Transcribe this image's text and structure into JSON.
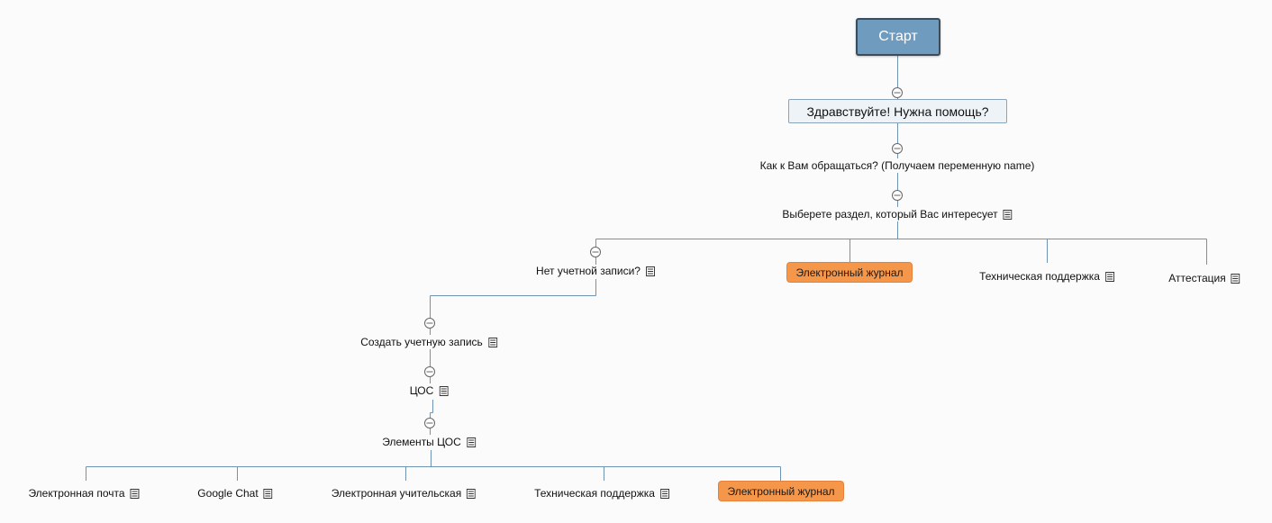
{
  "diagram": {
    "start": {
      "label": "Старт"
    },
    "greeting": {
      "label": "Здравствуйте! Нужна помощь?"
    },
    "ask_name": {
      "label": "Как к Вам обращаться? (Получаем переменную name)"
    },
    "choose_section": {
      "label": "Выберете раздел, который Вас интересует"
    },
    "branches": {
      "no_account": {
        "label": "Нет учетной записи?"
      },
      "journal": {
        "label": "Электронный журнал"
      },
      "tech_support": {
        "label": "Техническая поддержка"
      },
      "attestation": {
        "label": "Аттестация"
      }
    },
    "create_account": {
      "label": "Создать учетную запись"
    },
    "tsos": {
      "label": "ЦОС"
    },
    "tsos_elements": {
      "label": "Элементы ЦОС"
    },
    "leaves": [
      {
        "label": "Электронная почта"
      },
      {
        "label": "Google Chat"
      },
      {
        "label": "Электронная учительская"
      },
      {
        "label": "Техническая поддержка"
      },
      {
        "label": "Электронный журнал"
      }
    ]
  },
  "colors": {
    "connector": "#6f93b3",
    "start_fill": "#6f9bbf",
    "highlight_fill": "#f4974a",
    "greeting_fill": "#eef3f8"
  },
  "icons": {
    "collapse": "minus-circle-icon",
    "note": "note-icon"
  }
}
